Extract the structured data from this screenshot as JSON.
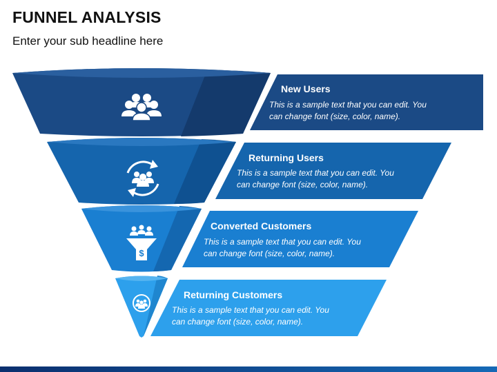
{
  "header": {
    "title": "FUNNEL ANALYSIS",
    "subtitle": "Enter your sub headline here"
  },
  "stages": [
    {
      "title": "New Users",
      "text_line1": "This is a sample text that you can edit. You",
      "text_line2": "can change font (size, color, name).",
      "icon": "user-group-icon",
      "color": "#1b4a85",
      "shade": "#143a6c"
    },
    {
      "title": "Returning Users",
      "text_line1": "This is a sample text that you can edit. You",
      "text_line2": "can change font (size, color, name).",
      "icon": "returning-users-icon",
      "color": "#1565ad",
      "shade": "#0f5191"
    },
    {
      "title": "Converted Customers",
      "text_line1": "This is a sample text that you can edit. You",
      "text_line2": "can change font (size, color, name).",
      "icon": "conversion-funnel-icon",
      "color": "#1a7fd1",
      "shade": "#1467b0"
    },
    {
      "title": "Returning Customers",
      "text_line1": "This is a sample text that you can edit. You",
      "text_line2": "can change font (size, color, name).",
      "icon": "customers-circle-icon",
      "color": "#2da0ec",
      "shade": "#1f86cf"
    }
  ]
}
